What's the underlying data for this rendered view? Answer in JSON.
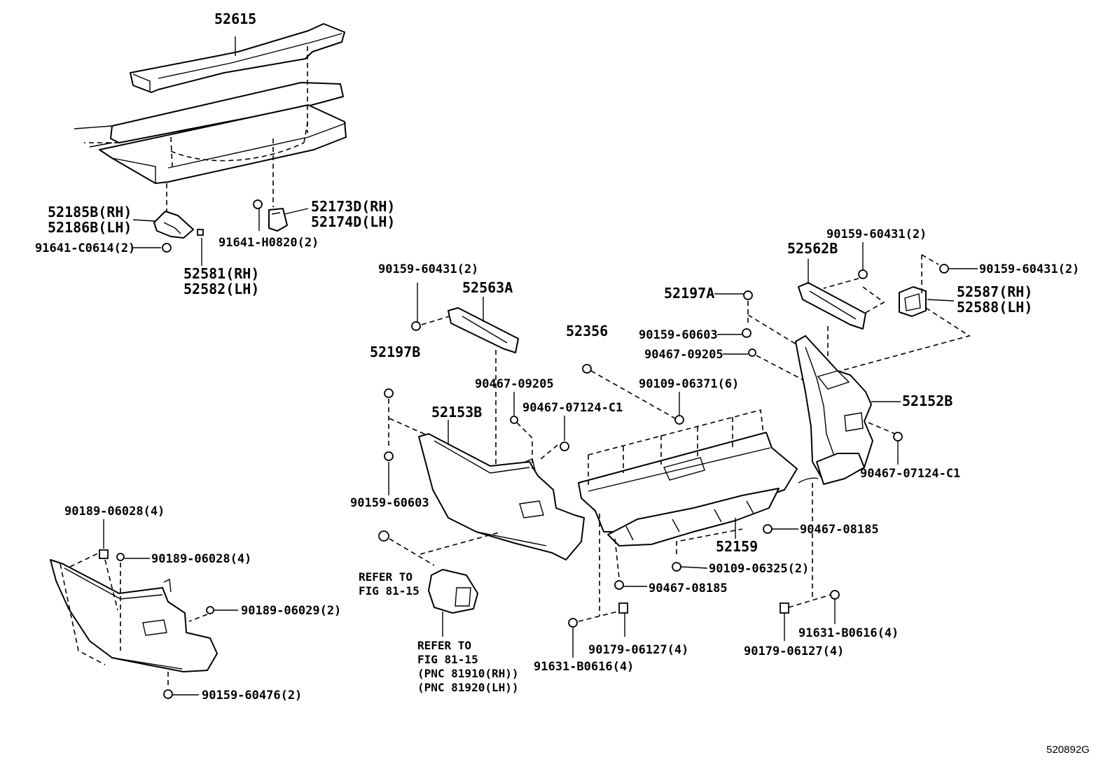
{
  "figure_code": "520892G",
  "labels": {
    "l_52615": "52615",
    "l_52185b": "52185B(RH)",
    "l_52186b": "52186B(LH)",
    "l_91641c": "91641-C0614(2)",
    "l_52581": "52581(RH)",
    "l_52582": "52582(LH)",
    "l_52173d": "52173D(RH)",
    "l_52174d": "52174D(LH)",
    "l_91641h": "91641-H0820(2)",
    "l_90159_431_a": "90159-60431(2)",
    "l_52563a": "52563A",
    "l_52197b": "52197B",
    "l_90467_205_a": "90467-09205",
    "l_90467_124_a": "90467-07124-C1",
    "l_52153b": "52153B",
    "l_90159_603_a": "90159-60603",
    "l_52356": "52356",
    "l_90109_371": "90109-06371(6)",
    "l_52197a": "52197A",
    "l_90159_603_b": "90159-60603",
    "l_90467_205_b": "90467-09205",
    "l_90159_431_b": "90159-60431(2)",
    "l_52562b": "52562B",
    "l_90159_431_c": "90159-60431(2)",
    "l_52587": "52587(RH)",
    "l_52588": "52588(LH)",
    "l_52152b": "52152B",
    "l_90467_124_b": "90467-07124-C1",
    "l_90467_185_a": "90467-08185",
    "l_52159": "52159",
    "l_90109_325": "90109-06325(2)",
    "l_90467_185_b": "90467-08185",
    "l_90179_127_a": "90179-06127(4)",
    "l_91631_616_a": "91631-B0616(4)",
    "l_91631_616_b": "91631-B0616(4)",
    "l_90179_127_b": "90179-06127(4)",
    "l_90189_028_a": "90189-06028(4)",
    "l_90189_028_b": "90189-06028(4)",
    "l_90189_029": "90189-06029(2)",
    "l_90159_476": "90159-60476(2)",
    "ref1_line1": "REFER TO",
    "ref1_line2": "FIG 81-15",
    "ref2_line1": "REFER TO",
    "ref2_line2": "FIG 81-15",
    "ref2_line3": "(PNC 81910(RH))",
    "ref2_line4": "(PNC 81920(LH))"
  }
}
